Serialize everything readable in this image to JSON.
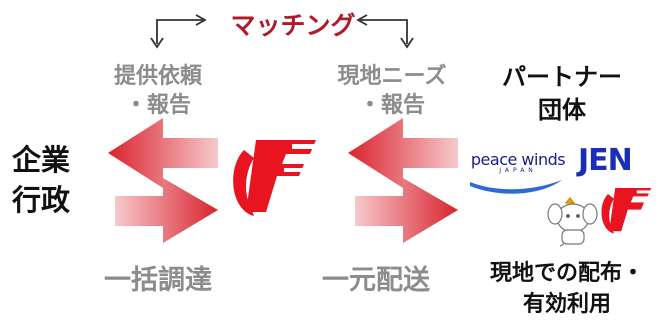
{
  "header": {
    "matching": "マッチング"
  },
  "labels": {
    "left_top_line1": "提供依頼",
    "left_top_line2": "・報告",
    "right_top_line1": "現地ニーズ",
    "right_top_line2": "・報告",
    "side_line1": "企業",
    "side_line2": "行政",
    "partner_line1": "パートナー",
    "partner_line2": "団体",
    "bottom_left": "一括調達",
    "bottom_mid": "一元配送",
    "bottom_right_line1": "現地での配布・",
    "bottom_right_line2": "有効利用"
  },
  "logos": {
    "peace_winds": "peace winds",
    "peace_winds_sub": "JAPAN",
    "jen": "JEN"
  },
  "colors": {
    "arrow_red": "#d9232e",
    "arrow_fade": "#f6c9cc",
    "gray_text": "#8c8c8c",
    "brand_red": "#e8141f"
  }
}
